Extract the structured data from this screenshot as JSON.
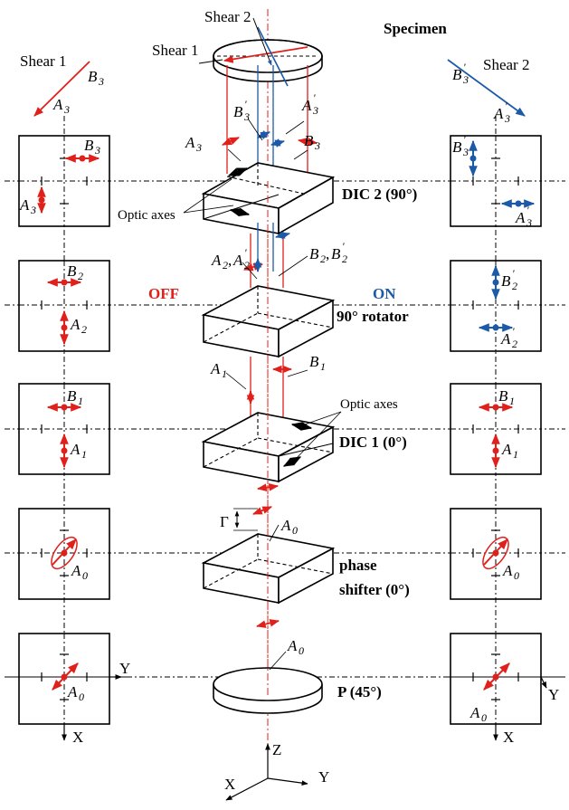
{
  "labels": {
    "specimen": "Specimen",
    "shear1_top": "Shear 1",
    "shear2_top": "Shear 2",
    "shear1_left": "Shear 1",
    "shear2_right": "Shear 2",
    "dic2": "DIC 2 (90°)",
    "rotator": "90° rotator",
    "dic1": "DIC 1 (0°)",
    "phase1": "phase",
    "phase2": "shifter (0°)",
    "polarizer": "P (45°)",
    "optic_axes_top": "Optic axes",
    "optic_axes_mid": "Optic axes",
    "off": "OFF",
    "on": "ON",
    "gamma": "Γ",
    "axis_x": "X",
    "axis_y": "Y",
    "axis_z": "Z"
  },
  "vectors": {
    "A0": "A",
    "A0_sub": "0",
    "A1": "A",
    "A1_sub": "1",
    "B1": "B",
    "B1_sub": "1",
    "A2": "A",
    "A2_sub": "2",
    "B2": "B",
    "B2_sub": "2",
    "A2p_sub": "2",
    "B2p_sub": "2",
    "A3": "A",
    "A3_sub": "3",
    "B3": "B",
    "B3_sub": "3",
    "A3p_sub": "3",
    "B3p_sub": "3",
    "prime": "'",
    "comma": ","
  },
  "colors": {
    "off_path": "#e0201b",
    "on_path": "#1c5aa8"
  }
}
